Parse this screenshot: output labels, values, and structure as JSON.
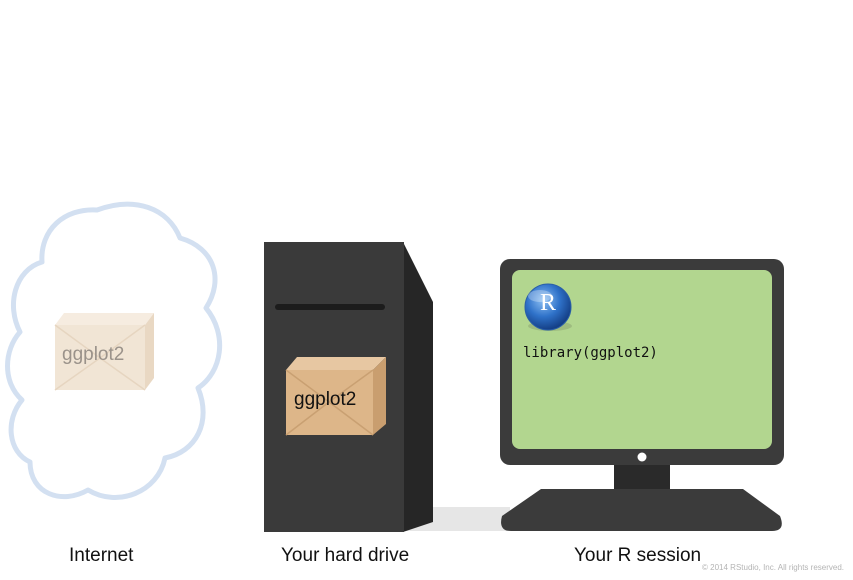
{
  "captions": {
    "internet": "Internet",
    "hard_drive": "Your hard drive",
    "r_session": "Your R session"
  },
  "packages": {
    "internet_label": "ggplot2",
    "drive_label": "ggplot2"
  },
  "r_session": {
    "logo_letter": "R",
    "code": "library(ggplot2)"
  },
  "copyright": "© 2014 RStudio, Inc. All rights reserved.",
  "colors": {
    "cloud_outline": "#d3e0f1",
    "tower_front": "#3a3a3a",
    "tower_side": "#262626",
    "box_faded": "#f1e5d5",
    "box": "#ddb689",
    "screen": "#b2d68f",
    "monitor": "#3b3b3b",
    "r_logo": "#2d6fc7"
  }
}
